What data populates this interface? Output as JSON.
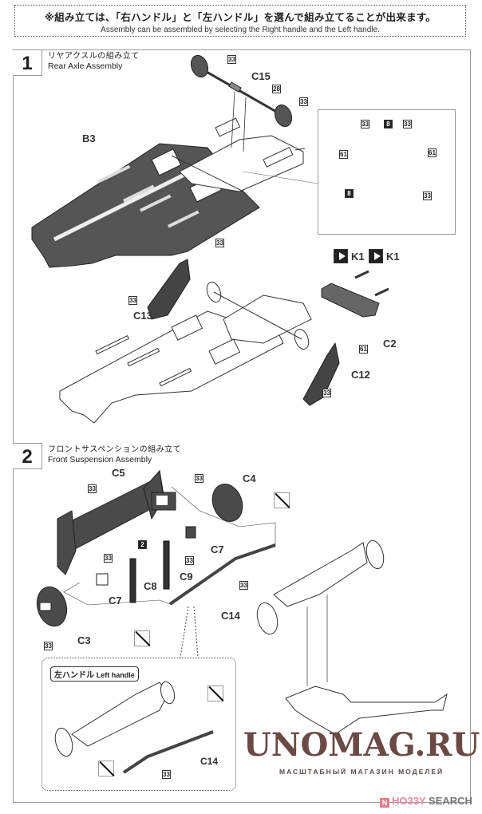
{
  "note": {
    "jp": "※組み立ては、「右ハンドル」と「左ハンドル」を選んで組み立てることが出来ます。",
    "en": "Assembly can be assembled by selecting the Right handle and the Left handle."
  },
  "steps": [
    {
      "number": "1",
      "title_jp": "リヤアクスルの組み立て",
      "title_en": "Rear Axle Assembly",
      "part_labels": [
        "C15",
        "B3",
        "C13",
        "C2",
        "C12",
        "K1",
        "K1"
      ],
      "color_codes": [
        "33",
        "28",
        "33",
        "33",
        "33",
        "61",
        "33"
      ],
      "inset_codes": [
        "33",
        "8",
        "33",
        "61",
        "61",
        "8",
        "33"
      ]
    },
    {
      "number": "2",
      "title_jp": "フロントサスペンションの組み立て",
      "title_en": "Front Suspension Assembly",
      "part_labels": [
        "C5",
        "C4",
        "C7",
        "C9",
        "C8",
        "C7",
        "C14",
        "C3"
      ],
      "color_codes": [
        "33",
        "33",
        "33",
        "2",
        "33",
        "33",
        "33",
        "33"
      ],
      "left_handle": {
        "tag_jp": "左ハンドル",
        "tag_en": "Left handle",
        "part_label": "C14",
        "color_code": "33"
      }
    }
  ],
  "watermark": {
    "main": "UNOMAG.RU",
    "sub": "МАСШТАБНЫЙ МАГАЗИН МОДЕЛЕЙ"
  },
  "source_logo": {
    "icon": "N",
    "hobby": "HO33Y",
    "search": "SEARCH"
  },
  "colors": {
    "part_dark": "#4a4a4a",
    "frame": "#999999",
    "watermark": "#6b4a45",
    "hobby_pink": "#e8899a"
  }
}
